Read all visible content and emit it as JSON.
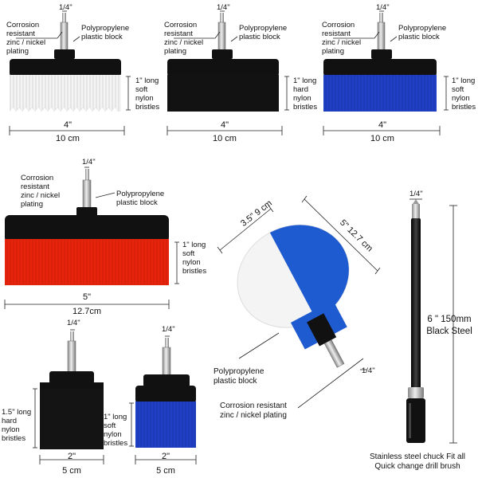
{
  "brushes": [
    {
      "id": "white-4in",
      "color": "#f4f4f4",
      "shank": "1/4\"",
      "plating": [
        "Corrosion",
        "resistant",
        "zinc / nickel",
        "plating"
      ],
      "block": [
        "Polypropylene",
        "plastic block"
      ],
      "bristles": [
        "1\" long",
        "soft",
        "nylon",
        "bristles"
      ],
      "size_in": "4\"",
      "size_cm": "10 cm"
    },
    {
      "id": "black-4in",
      "color": "#111111",
      "shank": "1/4\"",
      "plating": [
        "Corrosion",
        "resistant",
        "zinc / nickel",
        "plating"
      ],
      "block": [
        "Polypropylene",
        "plastic block"
      ],
      "bristles": [
        "1\" long",
        "hard",
        "nylon",
        "bristles"
      ],
      "size_in": "4\"",
      "size_cm": "10 cm"
    },
    {
      "id": "blue-4in",
      "color": "#1f3fc4",
      "shank": "1/4\"",
      "plating": [
        "Corrosion",
        "resistant",
        "zinc / nickel",
        "plating"
      ],
      "block": [
        "Polypropylene",
        "plastic block"
      ],
      "bristles": [
        "1\" long",
        "soft",
        "nylon",
        "bristles"
      ],
      "size_in": "4\"",
      "size_cm": "10 cm"
    },
    {
      "id": "red-5in",
      "color": "#e8230c",
      "shank": "1/4\"",
      "plating": [
        "Corrosion",
        "resistant",
        "zinc / nickel",
        "plating"
      ],
      "block": [
        "Polypropylene",
        "plastic block"
      ],
      "bristles": [
        "1\" long",
        "soft",
        "nylon",
        "bristles"
      ],
      "size_in": "5\"",
      "size_cm": "12.7cm"
    },
    {
      "id": "black-2in",
      "color": "#111111",
      "shank": "1/4\"",
      "bristles": [
        "1.5\" long",
        "hard",
        "nylon",
        "bristles"
      ],
      "size_in": "2\"",
      "size_cm": "5 cm"
    },
    {
      "id": "blue-2in",
      "color": "#1f3fc4",
      "shank": "1/4\"",
      "bristles": [
        "1\" long",
        "soft",
        "nylon",
        "bristles"
      ],
      "size_in": "2\"",
      "size_cm": "5 cm"
    }
  ],
  "cone_brush": {
    "colors": [
      "#f4f4f4",
      "#1f5bd0"
    ],
    "diameter": "3.5\" 9 cm",
    "length": "5\" 12.7 cm",
    "shank": "1/4\"",
    "block": [
      "Polypropylene",
      "plastic block"
    ],
    "plating": [
      "Corrosion resistant",
      "zinc / nickel plating"
    ]
  },
  "extension": {
    "shank": "1/4\"",
    "length": [
      "6 \" 150mm",
      "Black Steel"
    ],
    "caption": [
      "Stainless steel chuck Fit all",
      "Quick change drill brush"
    ]
  }
}
